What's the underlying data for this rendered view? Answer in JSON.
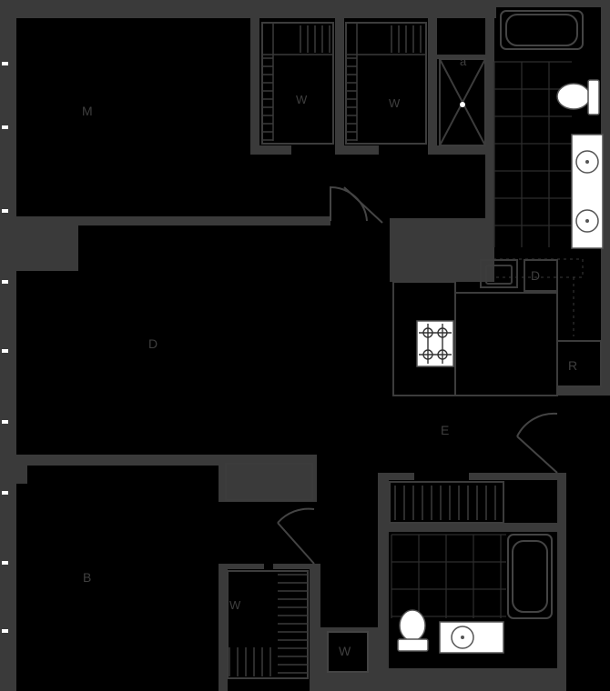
{
  "rooms": {
    "master": "M",
    "dining": "D",
    "bedroom": "B",
    "entry": "E",
    "dishwasher": "D",
    "refrigerator": "R"
  },
  "closets": {
    "walk_in_1": "W",
    "walk_in_2": "W",
    "walk_in_3": "W",
    "washer": "W"
  }
}
